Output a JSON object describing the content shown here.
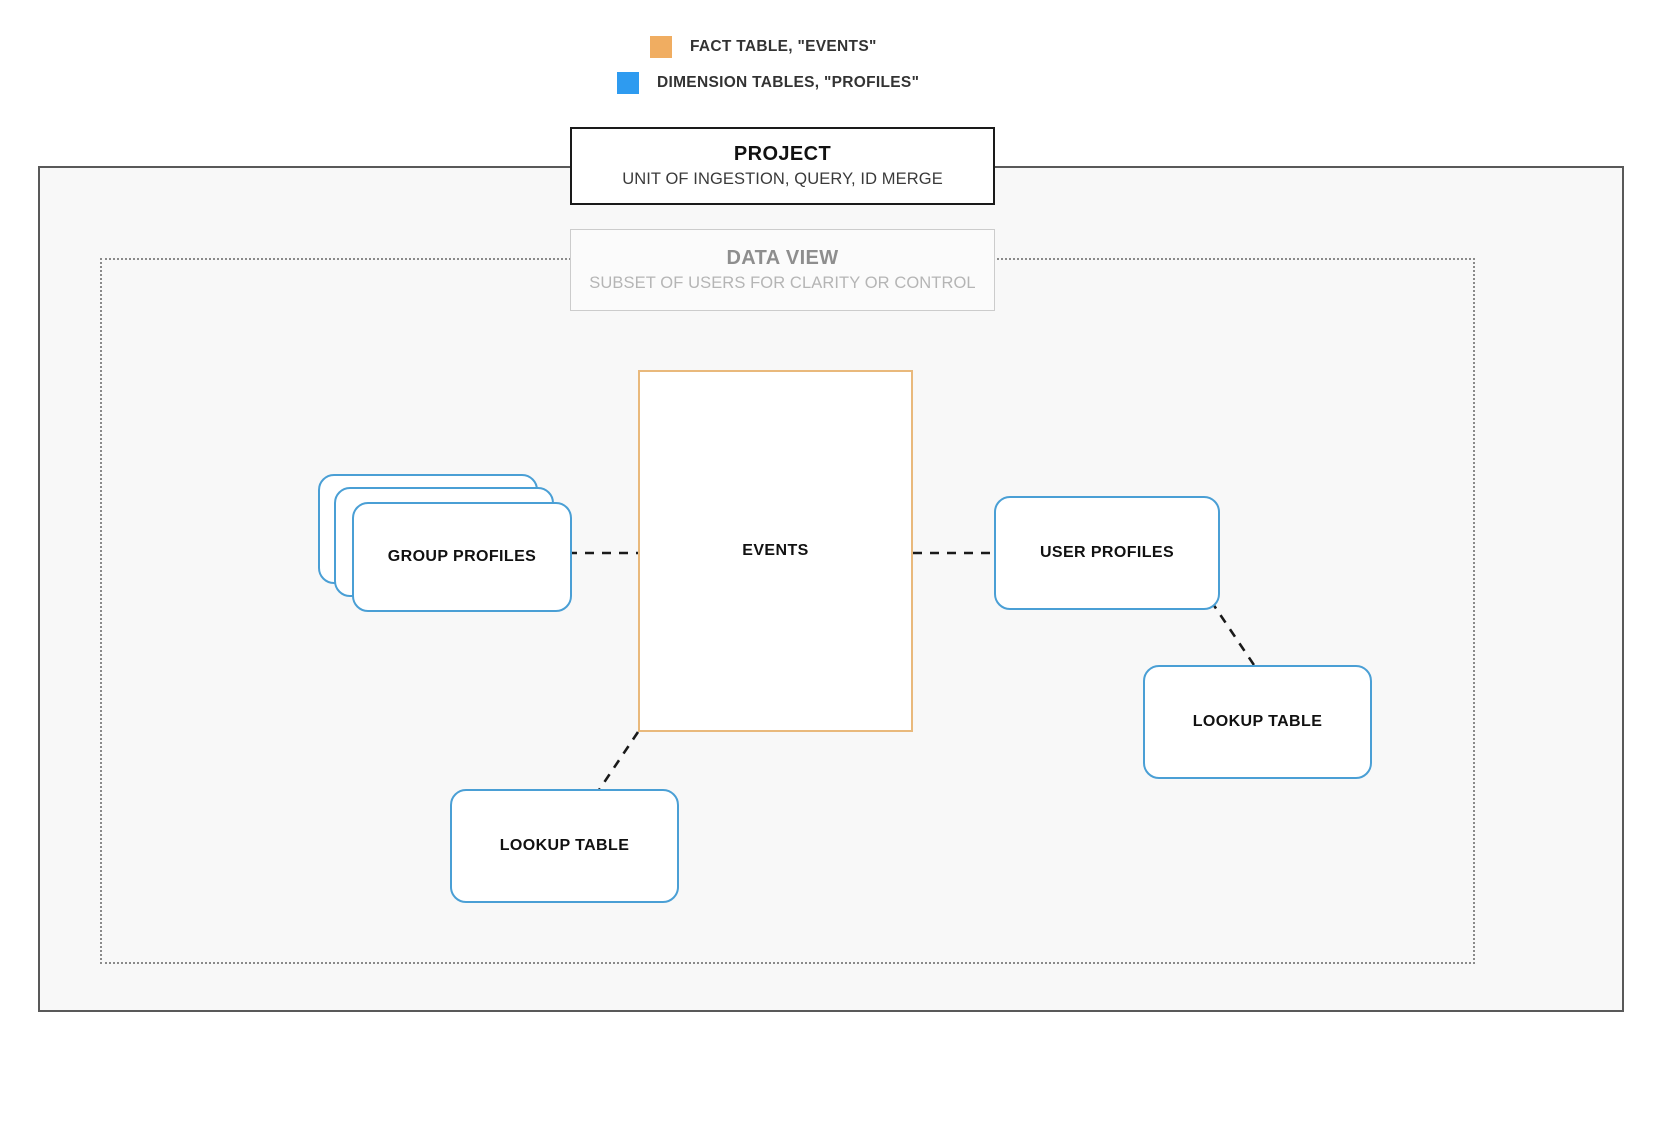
{
  "legend": {
    "items": [
      {
        "label": "FACT TABLE, \"EVENTS\"",
        "color": "#f0ad61",
        "icon": "square-swatch-orange"
      },
      {
        "label": "DIMENSION TABLES, \"PROFILES\"",
        "color": "#2e9bf0",
        "icon": "square-swatch-blue"
      }
    ]
  },
  "project": {
    "title": "PROJECT",
    "subtitle": "UNIT OF INGESTION, QUERY, ID MERGE"
  },
  "data_view": {
    "title": "DATA VIEW",
    "subtitle": "SUBSET OF USERS FOR CLARITY OR CONTROL"
  },
  "nodes": {
    "events": {
      "label": "EVENTS",
      "type": "fact-table",
      "color": "#e9b97c"
    },
    "group_profiles": {
      "label": "GROUP PROFILES",
      "type": "dimension-table-stack",
      "color": "#4a9fd5"
    },
    "user_profiles": {
      "label": "USER PROFILES",
      "type": "dimension-table",
      "color": "#4a9fd5"
    },
    "lookup_left": {
      "label": "LOOKUP TABLE",
      "type": "dimension-table",
      "color": "#4a9fd5"
    },
    "lookup_right": {
      "label": "LOOKUP TABLE",
      "type": "dimension-table",
      "color": "#4a9fd5"
    }
  },
  "colors": {
    "fact_border": "#e9b97c",
    "dimension_border": "#4a9fd5",
    "project_frame": "#595959",
    "data_view_frame": "#8a8a8a",
    "connector": "#1a1a1a",
    "canvas": "#f8f8f8"
  }
}
